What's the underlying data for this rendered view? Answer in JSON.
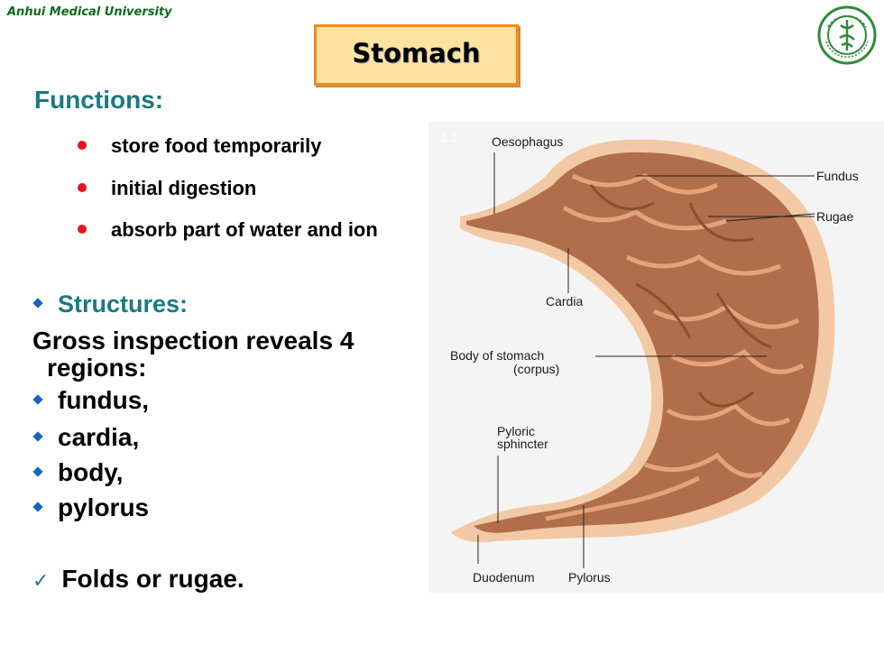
{
  "header": {
    "brand": "Anhui Medical University",
    "title": "Stomach"
  },
  "functions": {
    "heading": "Functions:",
    "items": [
      "store food temporarily",
      "initial digestion",
      "absorb part of water and ion"
    ]
  },
  "structures": {
    "heading": "Structures:",
    "gross_line1": "Gross inspection reveals 4",
    "gross_line2": "regions:",
    "regions": [
      "fundus,",
      "cardia,",
      "body,",
      "pylorus"
    ],
    "folds": "Folds or rugae."
  },
  "figure": {
    "number": "1.2",
    "labels": {
      "oesophagus": "Oesophagus",
      "fundus": "Fundus",
      "rugae": "Rugae",
      "cardia": "Cardia",
      "body_line1": "Body of stomach",
      "body_line2": "(corpus)",
      "pyloric_line1": "Pyloric",
      "pyloric_line2": "sphincter",
      "duodenum": "Duodenum",
      "pylorus": "Pylorus"
    }
  },
  "colors": {
    "heading": "#1a7a80",
    "bullet_dot": "#e0161d",
    "bullet_diamond": "#1565c0",
    "title_fill": "#fde3a1",
    "title_border": "#f08c1e"
  },
  "icons": {
    "seal": "university-seal-icon",
    "function_bullet": "red-dot-icon",
    "structure_bullet": "blue-diamond-icon",
    "folds_bullet": "checkmark-icon"
  }
}
